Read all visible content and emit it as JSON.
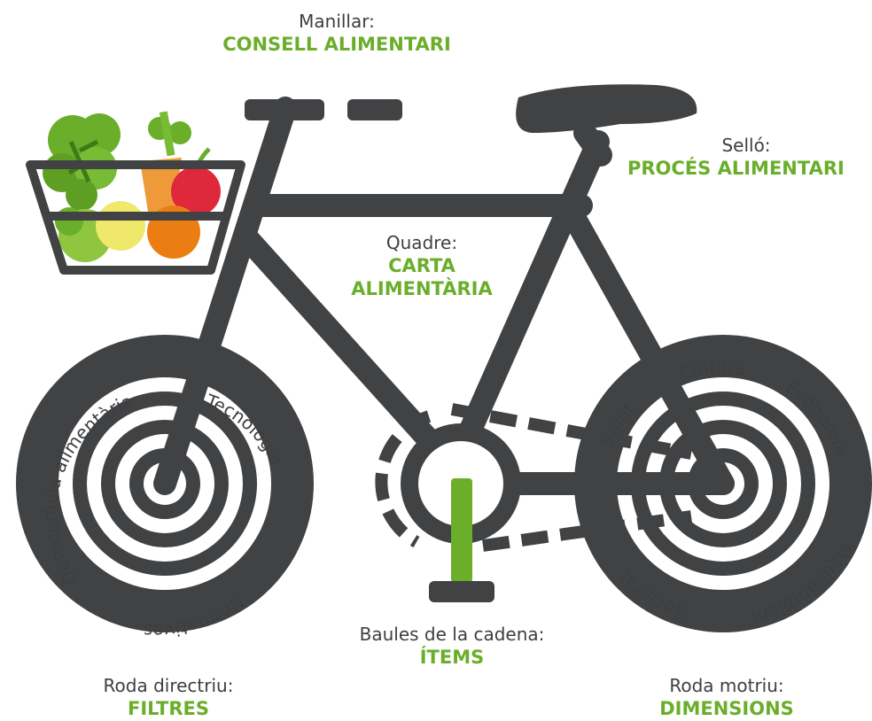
{
  "labels": {
    "manillar": {
      "caption": "Manillar:",
      "value": "CONSELL ALIMENTARI"
    },
    "sello": {
      "caption": "Selló:",
      "value": "PROCÉS ALIMENTARI"
    },
    "quadre": {
      "caption": "Quadre:",
      "value_line1": "CARTA",
      "value_line2": "ALIMENTÀRIA"
    },
    "baules": {
      "caption": "Baules de la cadena:",
      "value": "ÍTEMS"
    },
    "roda_directriu": {
      "caption": "Roda directriu:",
      "value": "FILTRES"
    },
    "roda_motriu": {
      "caption": "Roda motriu:",
      "value": "DIMENSIONS"
    }
  },
  "front_wheel_words": [
    "Democràcia alimentària",
    "Tecnologia",
    "Normatives"
  ],
  "rear_wheel_words": [
    "Salut",
    "Cultura",
    "Economia",
    "Medi ambient",
    "Societat"
  ],
  "colors": {
    "frame": "#414244",
    "accent": "#6aae2a",
    "text": "#3d3e40"
  },
  "icons": [
    "vegetable-basket",
    "pedal"
  ]
}
